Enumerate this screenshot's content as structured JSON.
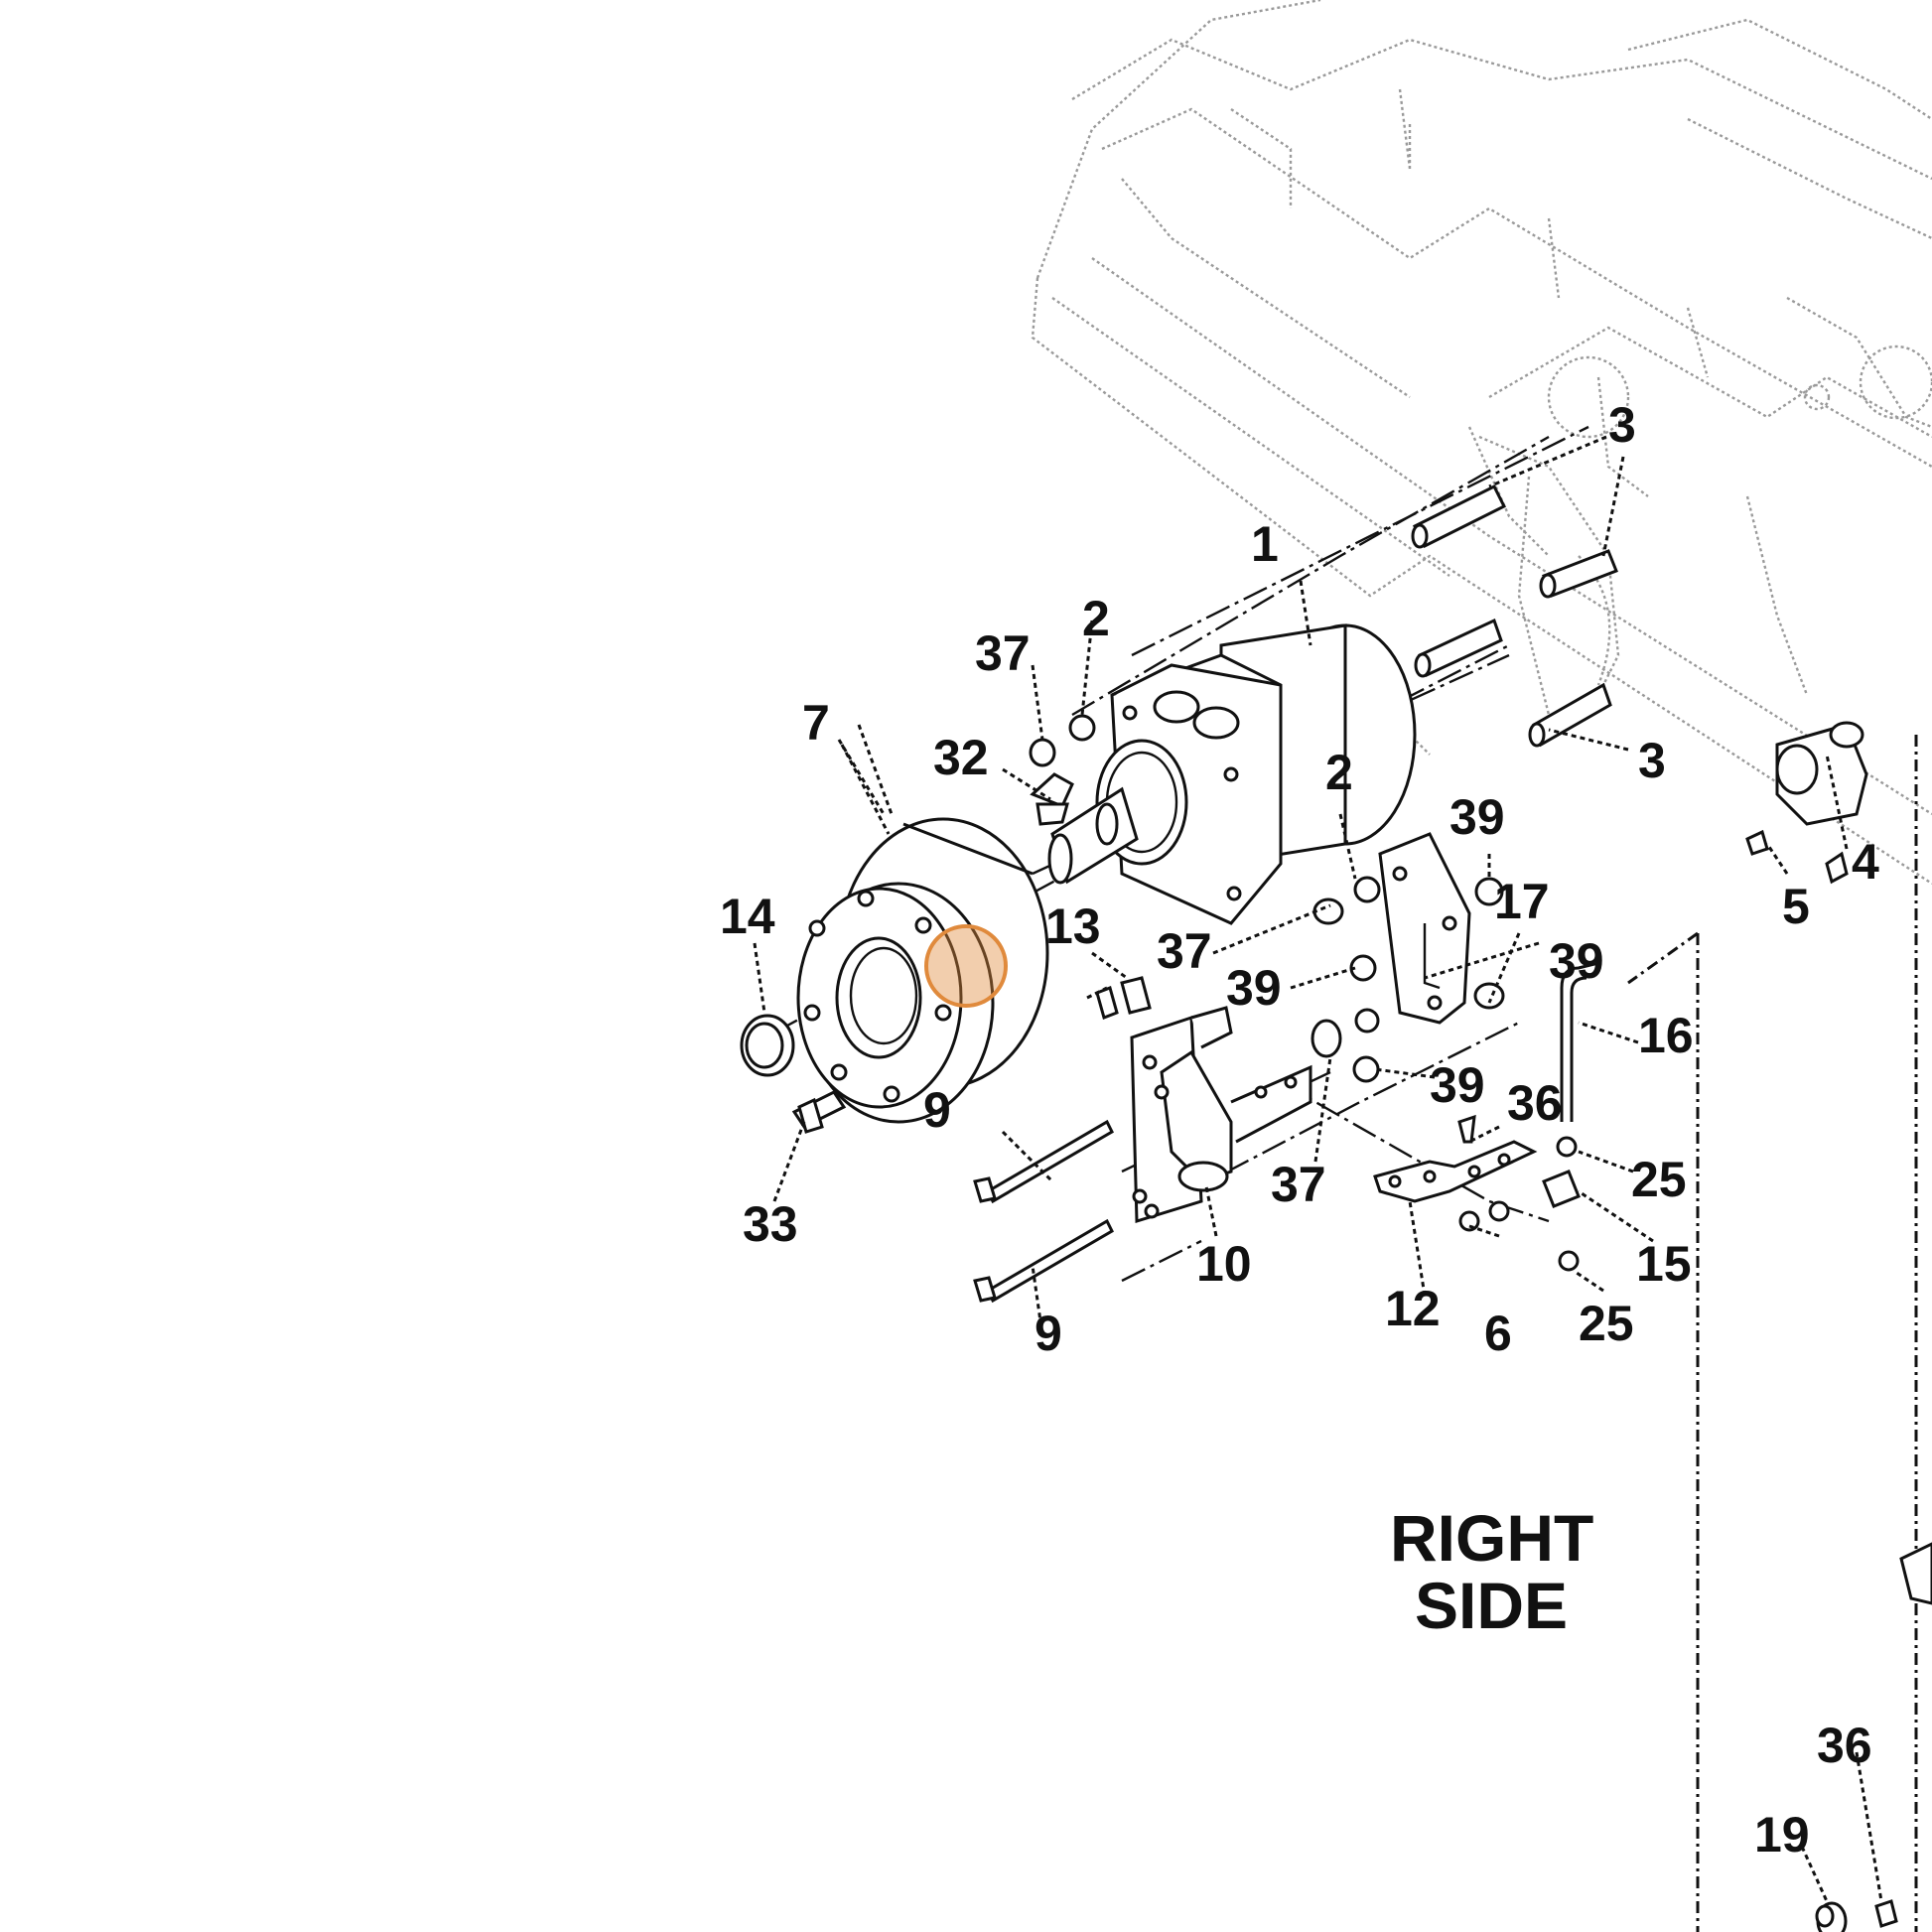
{
  "diagram": {
    "side_label_line1": "RIGHT",
    "side_label_line2": "SIDE",
    "callouts": {
      "c1": "1",
      "c2a": "2",
      "c2b": "2",
      "c3a": "3",
      "c3b": "3",
      "c4": "4",
      "c5": "5",
      "c6": "6",
      "c7": "7",
      "c9a": "9",
      "c9b": "9",
      "c10": "10",
      "c12": "12",
      "c13": "13",
      "c14": "14",
      "c15": "15",
      "c16": "16",
      "c17": "17",
      "c19": "19",
      "c25a": "25",
      "c25b": "25",
      "c32": "32",
      "c33": "33",
      "c36a": "36",
      "c36b": "36",
      "c37a": "37",
      "c37b": "37",
      "c37c": "37",
      "c39a": "39",
      "c39b": "39",
      "c39c": "39",
      "c39d": "39"
    },
    "highlight_color": "#e08a3c"
  }
}
